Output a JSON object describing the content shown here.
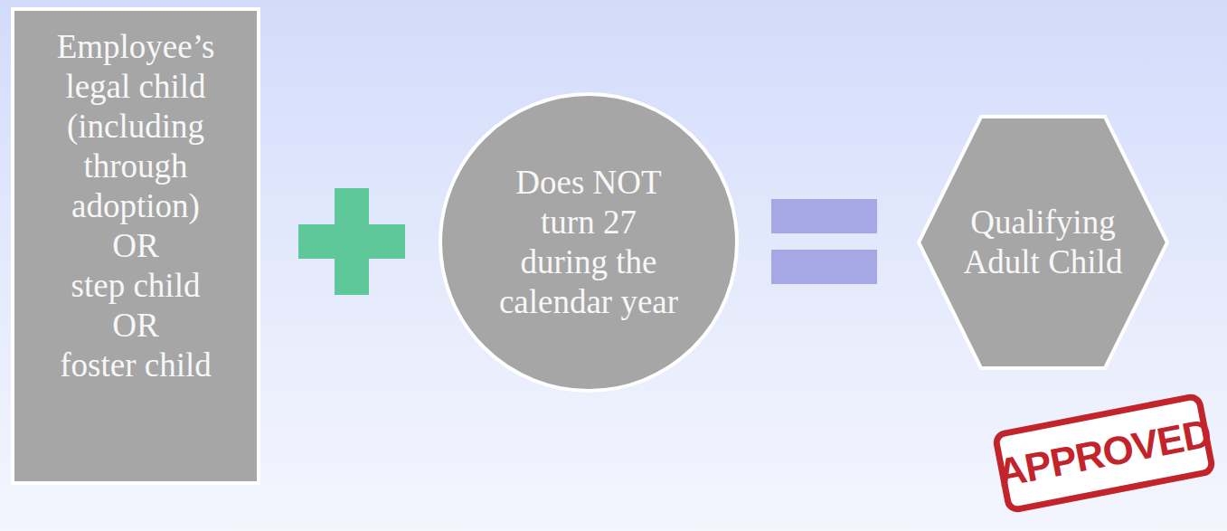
{
  "diagram": {
    "nodes": [
      {
        "text": [
          "Employee’s legal child (including through adoption)",
          "OR",
          "step child",
          "OR",
          "foster child"
        ]
      },
      {
        "text": [
          "Does NOT turn 27 during the calendar year"
        ]
      },
      {
        "text": [
          "Qualifying Adult Child"
        ]
      }
    ],
    "labels": [
      "APPROVED"
    ]
  }
}
